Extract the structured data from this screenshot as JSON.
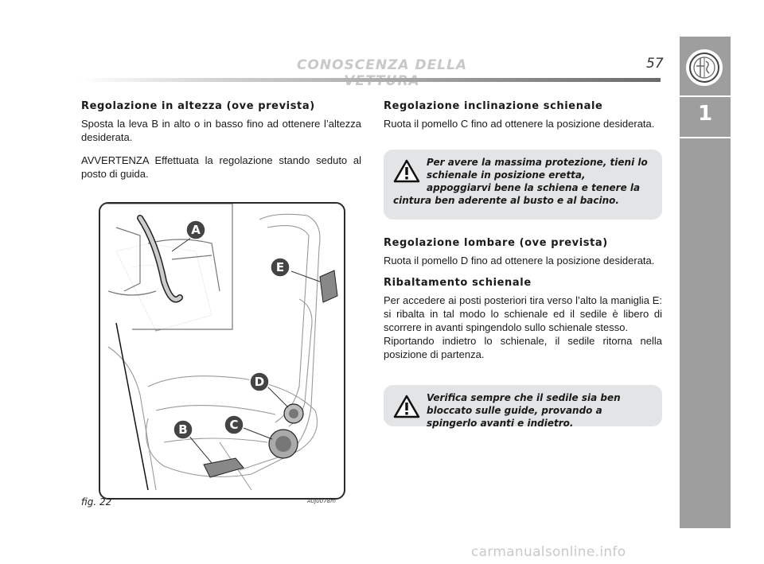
{
  "header": {
    "title": "CONOSCENZA DELLA VETTURA",
    "page_number": "57"
  },
  "side_tab": {
    "chapter": "1",
    "logo_icon": "alfa-romeo-logo-icon"
  },
  "left_column": {
    "heading": "Regolazione in altezza (ove prevista)",
    "paragraphs": [
      "Sposta la leva B in alto o in basso fino ad ottenere l’altezza desiderata.",
      "AVVERTENZA Effettuata la regolazione stando seduto al posto di guida."
    ]
  },
  "figure": {
    "caption": "fig. 22",
    "code": "A0J0078m",
    "labels": [
      "A",
      "E",
      "D",
      "C",
      "B"
    ]
  },
  "right_column": {
    "section1": {
      "heading": "Regolazione inclinazione schienale",
      "text": "Ruota il pomello C fino ad ottenere la posizione desiderata."
    },
    "warning1": "Per avere la massima protezione, tieni lo schienale in posizione eretta, appoggiarvi bene la schiena e tenere la cintura ben aderente al busto e al bacino.",
    "section2": {
      "heading": "Regolazione lombare (ove prevista)",
      "text": "Ruota il pomello D fino ad ottenere la posizione desiderata."
    },
    "section3": {
      "heading": "Ribaltamento schienale",
      "paragraphs": [
        "Per accedere ai posti posteriori tira verso l’alto la maniglia E: si ribalta in tal modo lo schienale ed il sedile è libero di scorrere in avanti spingendolo sullo schienale stesso.",
        "Riportando indietro lo schienale, il sedile ritorna nella posizione di partenza."
      ]
    },
    "warning2": "Verifica sempre che il sedile sia ben bloccato sulle guide, provando a spingerlo avanti e indietro."
  },
  "icons": {
    "warning": "warning-triangle-icon"
  },
  "watermark": "carmanualsonline.info",
  "colors": {
    "tab": "#9e9e9e",
    "box": "#e2e4e6",
    "header_title": "#c8c8c8"
  }
}
